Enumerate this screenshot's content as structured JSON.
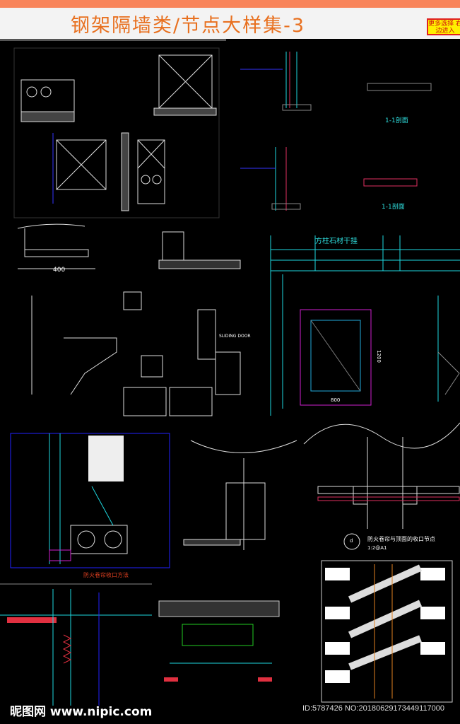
{
  "header": {
    "title": "钢架隔墙类/节点大样集-3",
    "more_button": "更多选择 右边进入"
  },
  "labels": {
    "section_1": "1-1剖面",
    "section_2": "1-1剖面",
    "dim_400": "400",
    "column_title": "方柱石材干挂",
    "dim_800": "800",
    "dim_1200": "1200",
    "sliding_door": "SLIDING DOOR",
    "shutter_title": "防火卷帘与顶面的收口节点",
    "shutter_scale": "1:2@A1",
    "shutter_marker": "d",
    "shutter_method": "防火卷帘收口方法"
  },
  "footer": {
    "watermark": "昵图网 www.nipic.com",
    "image_id": "ID:5787426 NO:20180629173449117000"
  }
}
